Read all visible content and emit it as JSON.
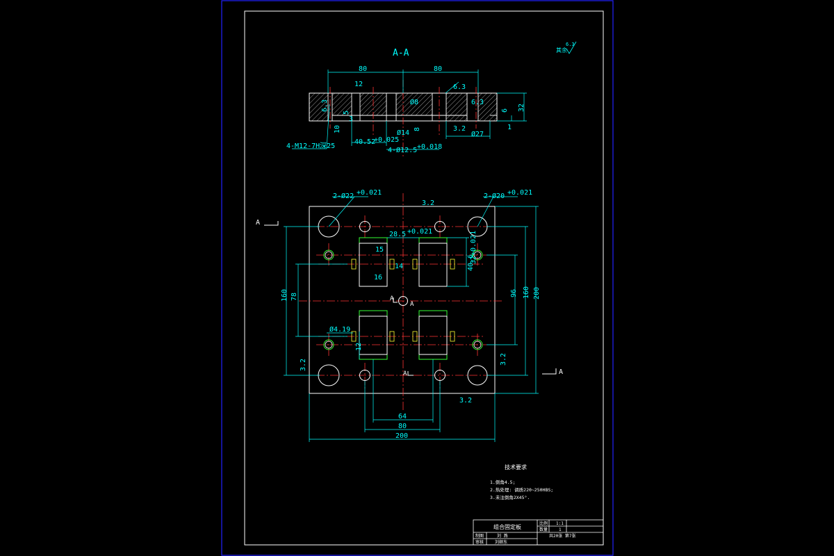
{
  "section": {
    "title": "A-A",
    "roughness_note": "其余",
    "roughness_value": "6.3",
    "dims": {
      "d80_left": "80",
      "d80_right": "80",
      "r12_top": "12",
      "phi8": "Ø8",
      "r6_3a": "6.3",
      "r6_3b": "6.3",
      "r6_3c": "6.3",
      "d6": "6",
      "d32": "32",
      "d1": "1",
      "d10": "10",
      "d5": "5",
      "d3": "3",
      "d405": "40.52",
      "d405_tol": "+0.025",
      "phi14": "Ø14",
      "d8": "8",
      "r3_2": "3.2",
      "phi27": "Ø27",
      "holes_4": "4-Ø12.5",
      "holes_4_tol": "+0.018",
      "thread": "4-M12-7H深25"
    }
  },
  "plan": {
    "label_a_left": "A",
    "label_a_right": "A",
    "label_a_center": "A",
    "label_a_center2": "A",
    "label_a_bottom": "A",
    "holes_left": "2-Ø22",
    "holes_left_tol": "+0.021",
    "holes_right": "2-Ø20",
    "holes_right_tol": "+0.021",
    "d28_5": "28.5",
    "d28_5_tol": "+0.021",
    "d40_6": "40.6",
    "d40_6_tol": "+0.021",
    "phi4_19": "Ø4.19",
    "d12": "12",
    "d14": "14",
    "d15": "15",
    "d16": "16",
    "d32v": "32",
    "d160_left": "160",
    "d78": "78",
    "d96": "96",
    "d160_right": "160",
    "d200_right": "200",
    "d64": "64",
    "d80": "80",
    "d200_bottom": "200",
    "r3_2a": "3.2",
    "r3_2b": "3.2",
    "r3_2c": "3.2",
    "r3_2d": "3.2"
  },
  "notes": {
    "heading": "技术要求",
    "lines": [
      "1.倒角4.5;",
      "2.热处理: 调质220~250HBS;",
      "3.未注倒角2X45°."
    ]
  },
  "title_block": {
    "part_name": "组合固定板",
    "ratio_label": "比例",
    "ratio_value": "1:1",
    "qty_label": "数量",
    "qty_value": "1",
    "sheet_info": "共20张 第7张",
    "drawn_label": "制图",
    "drawn_name": "刘 燕",
    "check_label": "审核",
    "check_name": "刘继东"
  }
}
